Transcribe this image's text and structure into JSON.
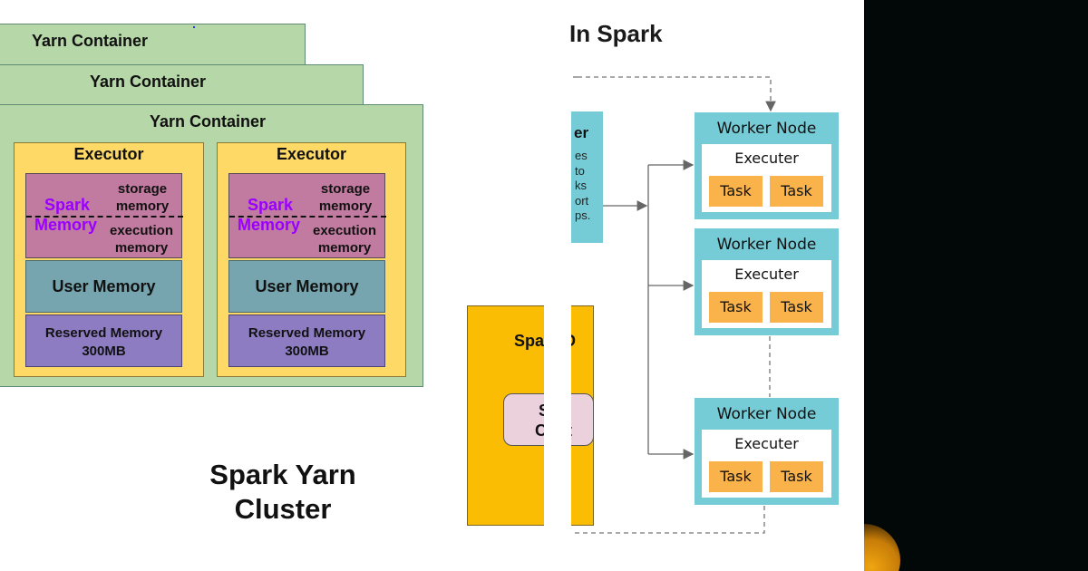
{
  "yarn": {
    "container_label": "Yarn Container",
    "executors": [
      {
        "title": "Executor",
        "spark_word": "Spark",
        "memory_word": "Memory",
        "storage_label": "storage\nmemory",
        "execution_label": "execution\nmemory",
        "user_memory": "User Memory",
        "reserved_memory": "Reserved Memory\n300MB"
      },
      {
        "title": "Executor",
        "spark_word": "Spark",
        "memory_word": "Memory",
        "storage_label": "storage\nmemory",
        "execution_label": "execution\nmemory",
        "user_memory": "User Memory",
        "reserved_memory": "Reserved Memory\n300MB"
      }
    ],
    "caption": "Spark Yarn\nCluster"
  },
  "spark_cluster": {
    "title_fragment": "In Spark",
    "driver_label": "Spark D",
    "context_label": "Spa\nCont",
    "cluster_manager_label": "er",
    "cluster_manager_text": "es\nto\nks\nort\nps.",
    "workers": [
      {
        "label": "Worker Node",
        "executor": "Executer",
        "tasks": [
          "Task",
          "Task"
        ]
      },
      {
        "label": "Worker Node",
        "executor": "Executer",
        "tasks": [
          "Task",
          "Task"
        ]
      },
      {
        "label": "Worker Node",
        "executor": "Executer",
        "tasks": [
          "Task",
          "Task"
        ]
      }
    ]
  },
  "colors": {
    "yarn_container": "#b6d7a8",
    "executor": "#ffd966",
    "spark_memory": "#c27ba0",
    "user_memory": "#76a5af",
    "reserved_memory": "#8e7cc3",
    "spark_word": "#9900ff",
    "driver": "#fbbc04",
    "spark_context": "#ead1dc",
    "worker_node": "#76ccd6",
    "task": "#f9b34a",
    "dark_panel": "#020707"
  }
}
